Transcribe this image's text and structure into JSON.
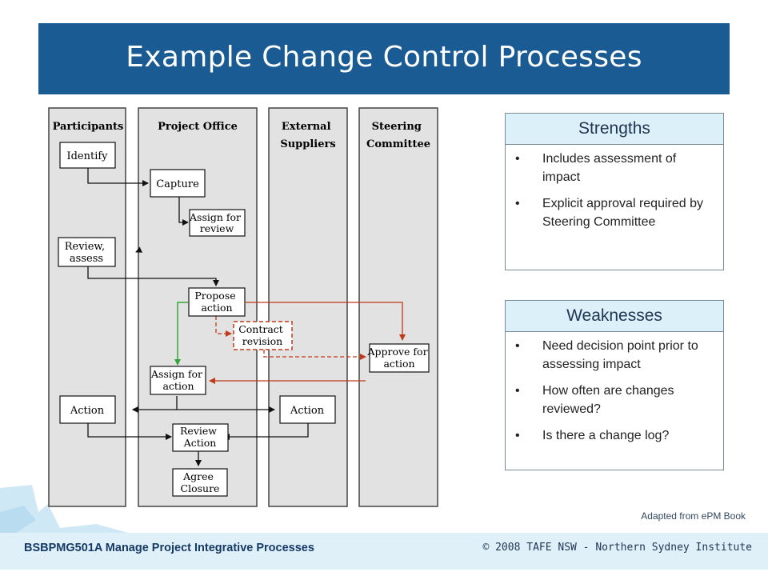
{
  "title": "Example Change Control Processes",
  "diagram": {
    "lanes": {
      "participants": "Participants",
      "project_office": "Project Office",
      "external_suppliers": [
        "External",
        "Suppliers"
      ],
      "steering_committee": [
        "Steering",
        "Committee"
      ]
    },
    "nodes": {
      "identify": [
        "Identify"
      ],
      "capture": [
        "Capture"
      ],
      "assign_review": [
        "Assign for",
        "review"
      ],
      "review_assess": [
        "Review,",
        "assess"
      ],
      "propose_action": [
        "Propose",
        "action"
      ],
      "contract_revision": [
        "Contract",
        "revision"
      ],
      "approve_action": [
        "Approve for",
        "action"
      ],
      "assign_action": [
        "Assign for",
        "action"
      ],
      "action_participant": [
        "Action"
      ],
      "action_supplier": [
        "Action"
      ],
      "review_action": [
        "Review",
        "Action"
      ],
      "agree_closure": [
        "Agree",
        "Closure"
      ]
    },
    "colors": {
      "lane": "#e2e2e2",
      "black_arrow": "#111111",
      "red_arrow": "#c0391b",
      "green_arrow": "#35a53a"
    }
  },
  "strengths": {
    "heading": "Strengths",
    "items": [
      "Includes assessment of impact",
      "Explicit approval required by Steering Committee"
    ]
  },
  "weaknesses": {
    "heading": "Weaknesses",
    "items": [
      "Need decision point prior to assessing impact",
      "How often are changes reviewed?",
      "Is there a change log?"
    ]
  },
  "credit": "Adapted from ePM Book",
  "footer": {
    "course": "BSBPMG501A Manage Project Integrative Processes",
    "copyright": "© 2008 TAFE NSW - Northern Sydney Institute"
  },
  "bullet_char": "•"
}
